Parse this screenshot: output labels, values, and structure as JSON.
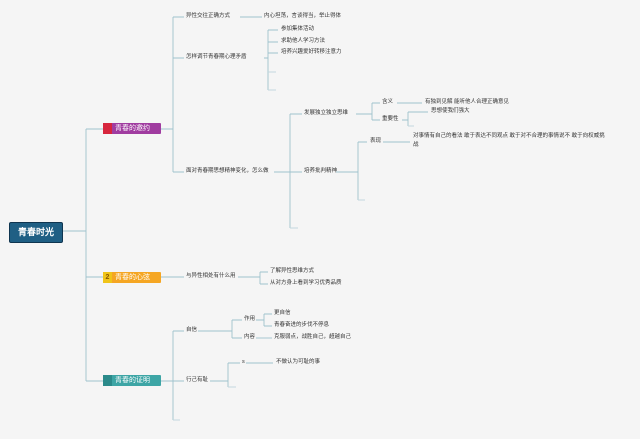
{
  "root": "青春时光",
  "branches": [
    {
      "num": "",
      "label": "青春的邀约"
    },
    {
      "num": "2",
      "label": "青春的心弦"
    },
    {
      "num": "",
      "label": "青春的证明"
    }
  ],
  "b1": {
    "n1": "异性交往正确方式",
    "n1a": "内心坦荡，言谈得当，举止得体",
    "n2": "怎样调节青春期心理矛盾",
    "n2a": "参加集体活动",
    "n2b": "求助他人学习方法",
    "n2c": "培养兴趣爱好转移注意力",
    "n3": "面对青春期思想精神变化，怎么做",
    "n3a": "发展独立独立思维",
    "n3a1": "含义",
    "n3a1a": "有独到见解 能听他人合理正确意见",
    "n3a2": "重要性",
    "n3a2a": "思想使我们强大",
    "n3b": "培养批判精神",
    "n3b1": "表现",
    "n3b1a": "对事情有自己的看法 敢于表达不同观点 敢于对不合理的事情说不 敢于向权威挑",
    "n3b1b": "战"
  },
  "b2": {
    "n1": "与异性相处有什么用",
    "n1a": "了解异性思维方式",
    "n1b": "从对方身上看到学习优秀品质"
  },
  "b3": {
    "n1": "自信",
    "n1a": "作用",
    "n1a1": "更自信",
    "n1a2": "青春奋进的步伐不停息",
    "n1b": "内容",
    "n1b1": "克服弱点，战胜自己，超越自己",
    "n2": "行己有耻",
    "n2a": "s",
    "n2a1": "不做认为可耻的事"
  }
}
